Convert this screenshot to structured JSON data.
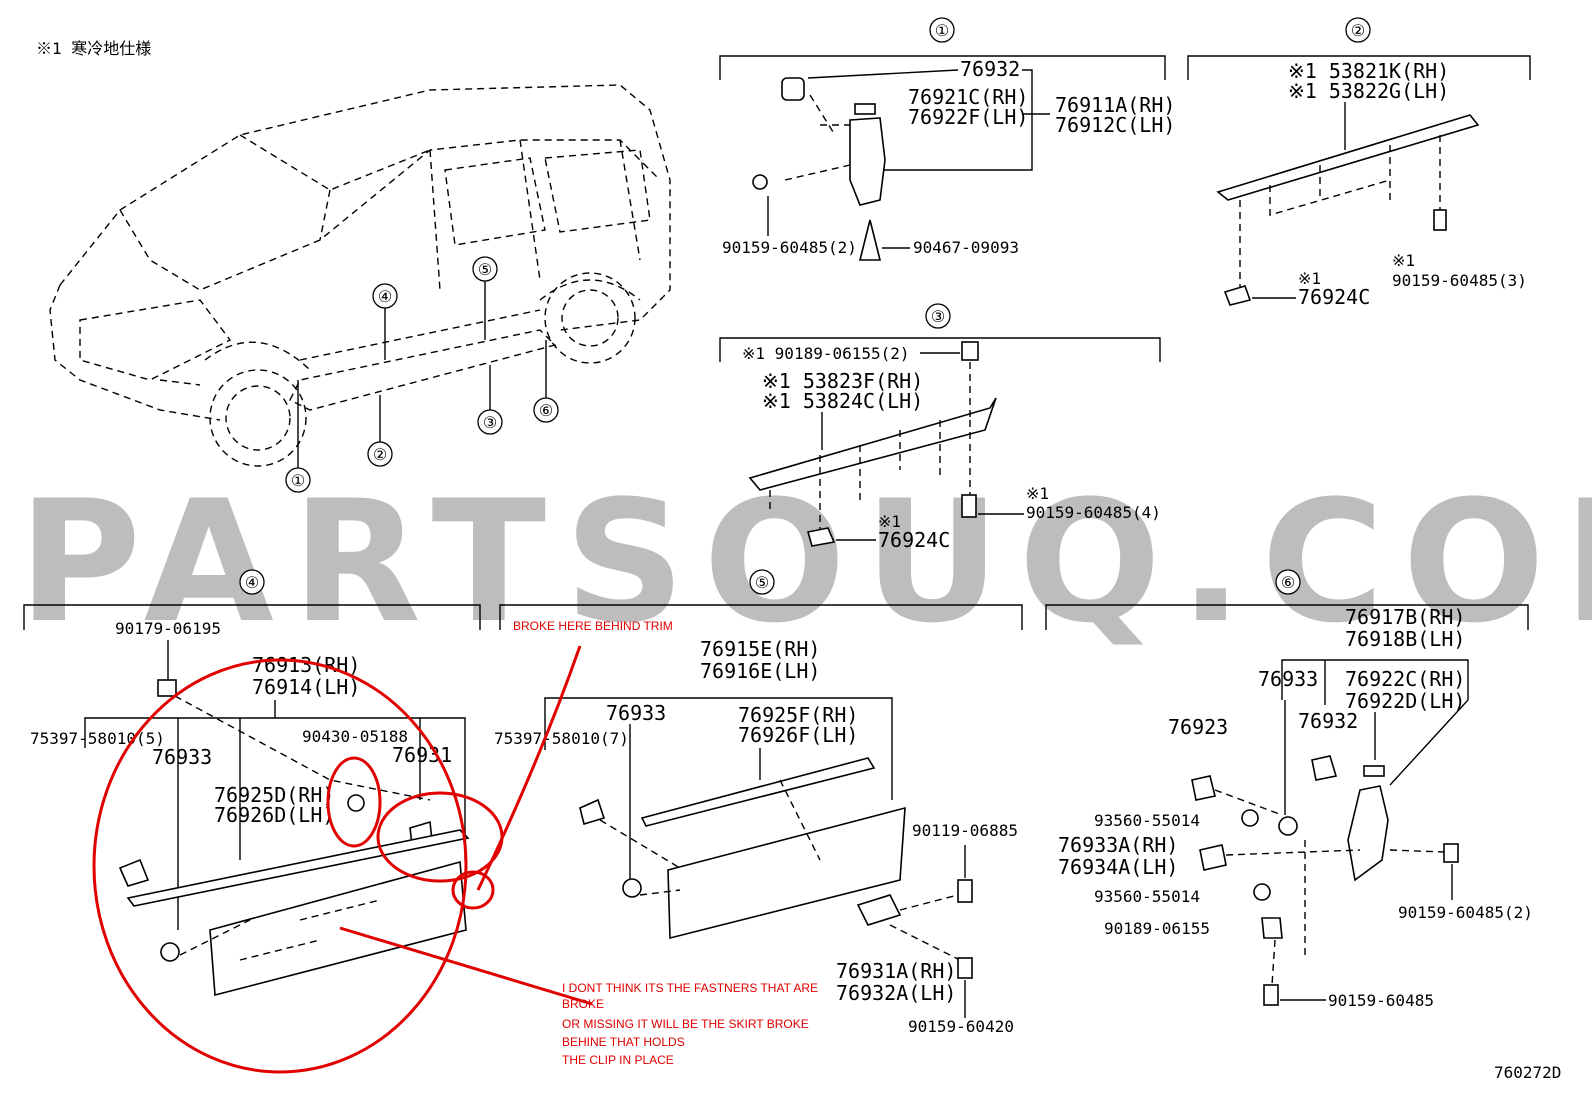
{
  "header_note": "※1 寒冷地仕様",
  "watermark": "PARTSOUQ.COM",
  "diagram_id": "760272D",
  "vehicle_callouts": [
    "①",
    "②",
    "③",
    "④",
    "⑤",
    "⑥"
  ],
  "sections": {
    "s1": {
      "label": "①",
      "parts": [
        "76932",
        "76921C(RH)",
        "76922F(LH)",
        "76911A(RH)",
        "76912C(LH)",
        "90159-60485(2)",
        "90467-09093"
      ]
    },
    "s2": {
      "label": "②",
      "parts": [
        "※1 53821K(RH)",
        "※1 53822G(LH)",
        "※1",
        "76924C",
        "※1",
        "90159-60485(3)"
      ]
    },
    "s3": {
      "label": "③",
      "parts": [
        "※1 90189-06155(2)",
        "※1 53823F(RH)",
        "※1 53824C(LH)",
        "※1",
        "90159-60485(4)",
        "※1",
        "76924C"
      ]
    },
    "s4": {
      "label": "④",
      "parts": [
        "90179-06195",
        "76913(RH)",
        "76914(LH)",
        "75397-58010(5)",
        "90430-05188",
        "76931",
        "76933",
        "76925D(RH)",
        "76926D(LH)"
      ]
    },
    "s5": {
      "label": "⑤",
      "parts": [
        "76915E(RH)",
        "76916E(LH)",
        "76933",
        "76925F(RH)",
        "76926F(LH)",
        "75397-58010(7)",
        "90119-06885",
        "76931A(RH)",
        "76932A(LH)",
        "90159-60420"
      ]
    },
    "s6": {
      "label": "⑥",
      "parts": [
        "76917B(RH)",
        "76918B(LH)",
        "76933",
        "76922C(RH)",
        "76922D(LH)",
        "76932",
        "76923",
        "93560-55014",
        "76933A(RH)",
        "76934A(LH)",
        "93560-55014",
        "90159-60485(2)",
        "90189-06155",
        "90159-60485"
      ]
    }
  },
  "annotations": {
    "broke_here": "BROKE HERE BEHIND TRIM",
    "comment_lines": [
      "I DONT THINK ITS THE FASTNERS THAT ARE",
      "BROKE",
      "OR MISSING IT WILL BE THE SKIRT BROKE",
      "BEHINE THAT HOLDS",
      "THE CLIP IN PLACE"
    ]
  }
}
